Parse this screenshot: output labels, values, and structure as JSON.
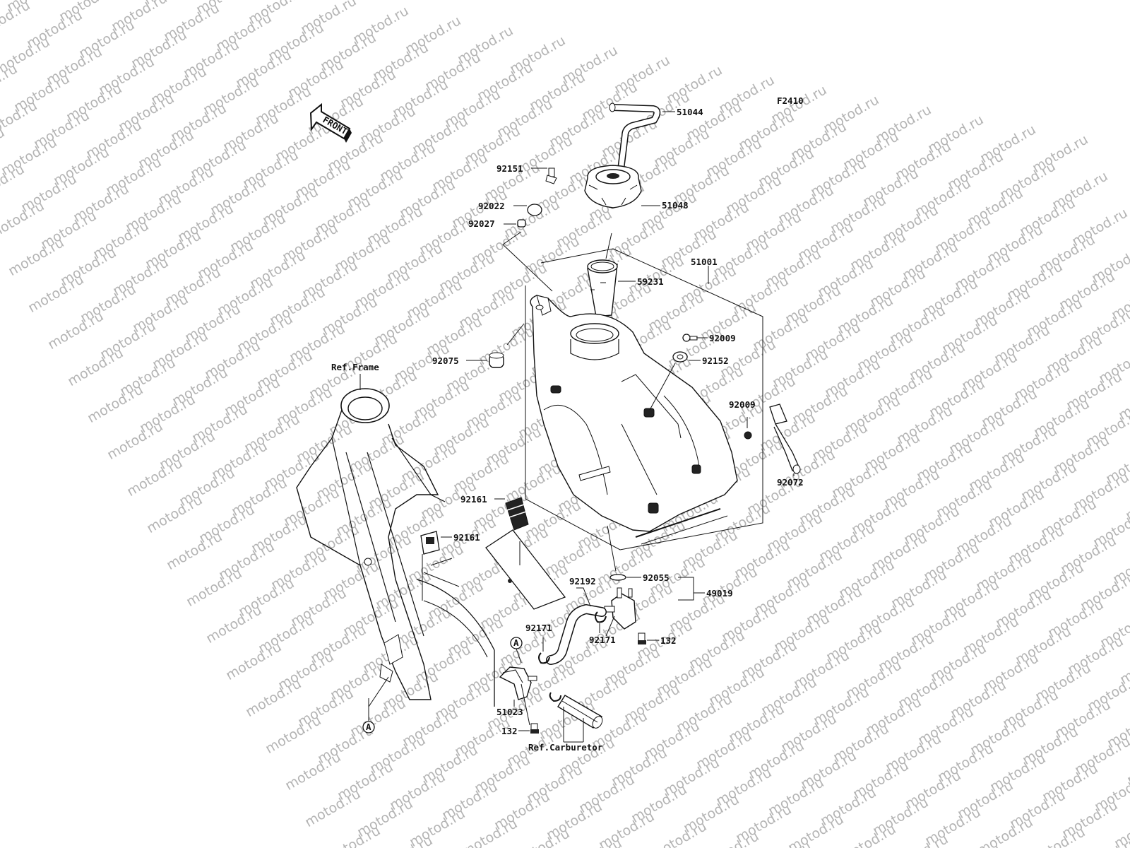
{
  "watermark": "motod.ru",
  "figure_code": "F2410",
  "front_label": "FRONT",
  "callout_letter": "A",
  "refs": {
    "frame": "Ref.Frame",
    "carburetor": "Ref.Carburetor"
  },
  "parts": {
    "p51044": "51044",
    "p92151": "92151",
    "p92022": "92022",
    "p51048": "51048",
    "p92027": "92027",
    "p51001": "51001",
    "p59231": "59231",
    "p92009a": "92009",
    "p92152": "92152",
    "p92075": "92075",
    "p92009b": "92009",
    "p92072": "92072",
    "p92161a": "92161",
    "p92161b": "92161",
    "p92192": "92192",
    "p92055": "92055",
    "p49019": "49019",
    "p92171a": "92171",
    "p92171b": "92171",
    "p132a": "132",
    "p51023": "51023",
    "p132b": "132"
  }
}
